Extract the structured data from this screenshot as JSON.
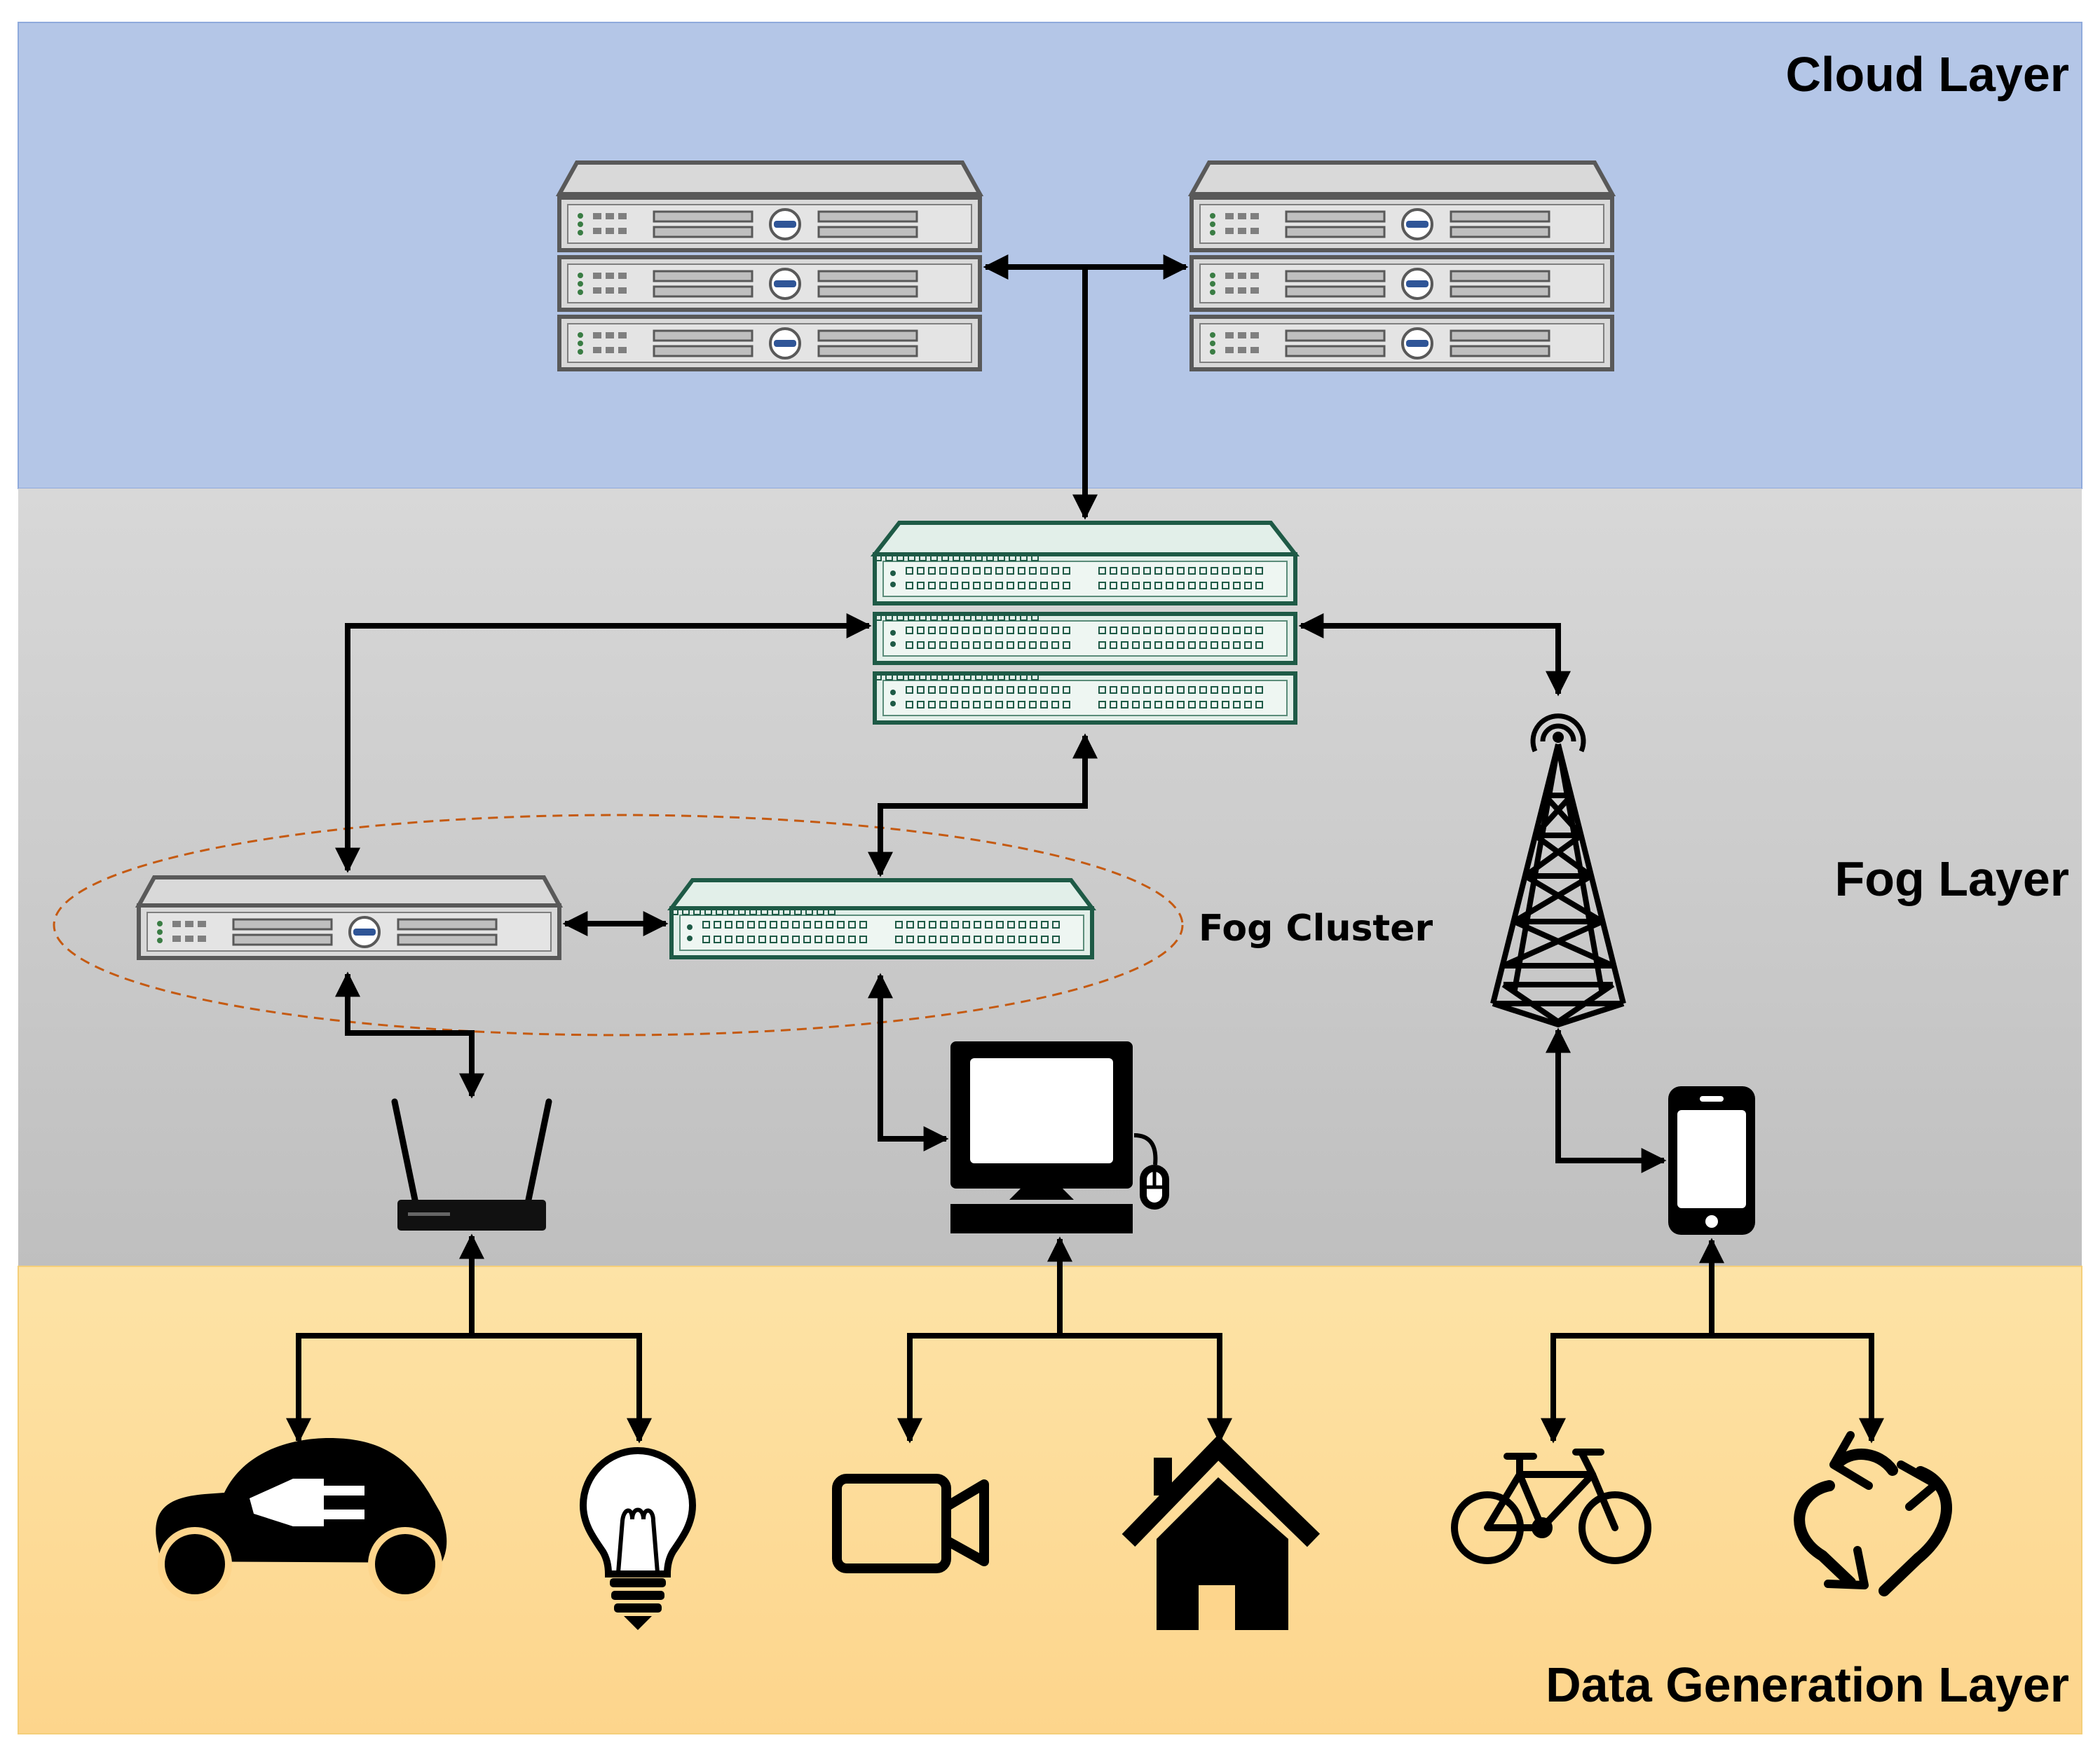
{
  "layers": {
    "cloud": {
      "label": "Cloud Layer",
      "color": "#b4c6e7"
    },
    "fog": {
      "label": "Fog Layer",
      "color_top": "#d8d8d8",
      "color_bottom": "#bfbfbf"
    },
    "data": {
      "label": "Data Generation Layer",
      "color_top": "#fde3a6",
      "color_bottom": "#fdd58c"
    }
  },
  "fog_cluster": {
    "label": "Fog Cluster",
    "outline_color": "#c55a11"
  },
  "colors": {
    "server_fill": "#d9d9d9",
    "server_stroke": "#595959",
    "switch_fill": "#e2efe9",
    "switch_stroke": "#1e5a46",
    "arrow": "#000000"
  },
  "nodes": [
    {
      "id": "cloud-server-left",
      "icon": "rack-server-icon"
    },
    {
      "id": "cloud-server-right",
      "icon": "rack-server-icon"
    },
    {
      "id": "fog-switch-stack",
      "icon": "network-switch-icon"
    },
    {
      "id": "fog-server",
      "icon": "server-icon"
    },
    {
      "id": "fog-switch",
      "icon": "network-switch-icon"
    },
    {
      "id": "cell-tower",
      "icon": "cell-tower-icon"
    },
    {
      "id": "wifi-router",
      "icon": "wifi-router-icon"
    },
    {
      "id": "desktop-computer",
      "icon": "desktop-computer-icon"
    },
    {
      "id": "smartphone",
      "icon": "smartphone-icon"
    },
    {
      "id": "electric-car",
      "icon": "electric-car-icon"
    },
    {
      "id": "light-bulb",
      "icon": "light-bulb-icon"
    },
    {
      "id": "video-camera",
      "icon": "video-camera-icon"
    },
    {
      "id": "house",
      "icon": "house-icon"
    },
    {
      "id": "bicycle",
      "icon": "bicycle-icon"
    },
    {
      "id": "recycle",
      "icon": "recycle-icon"
    }
  ]
}
